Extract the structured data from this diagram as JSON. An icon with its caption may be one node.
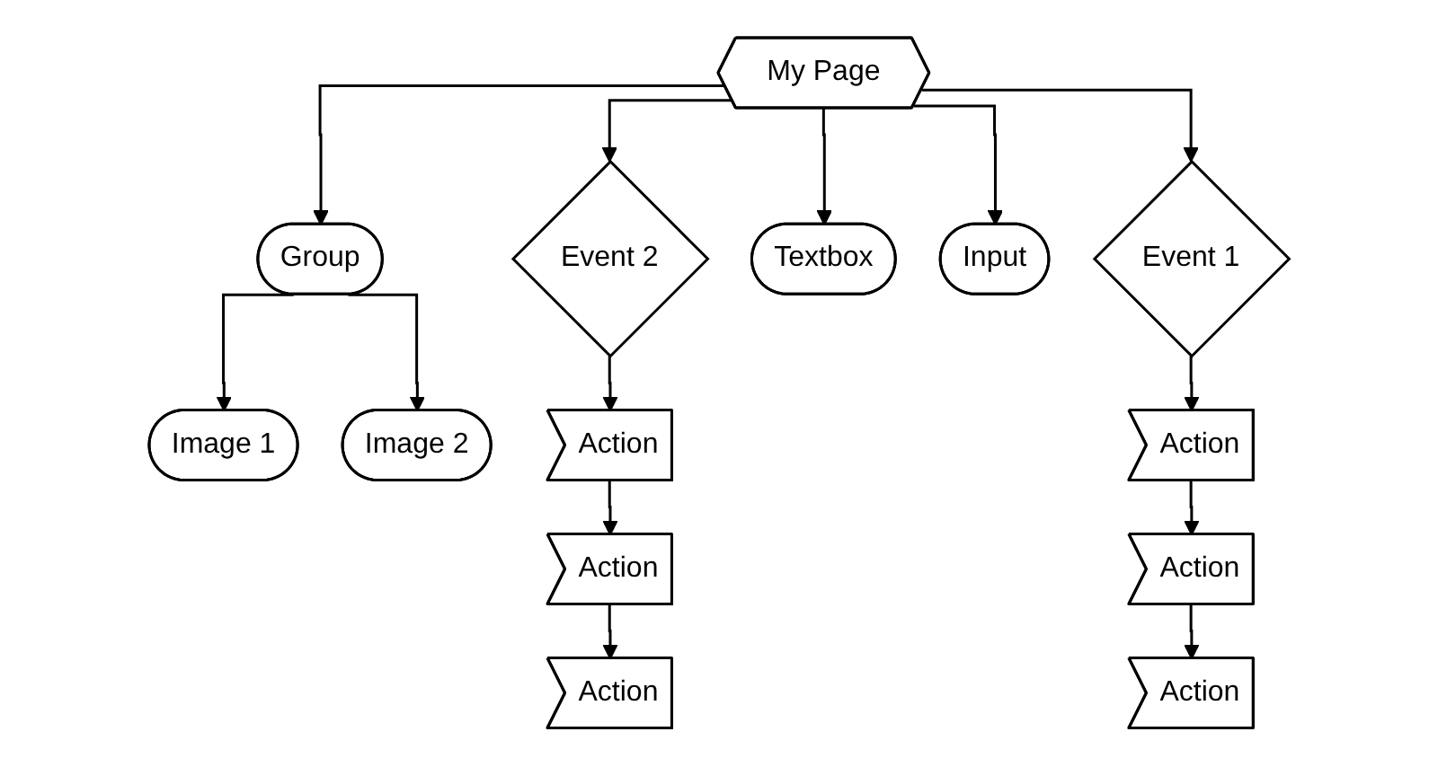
{
  "diagram": {
    "nodes": [
      {
        "text": [
          "My Page"
        ]
      },
      {
        "text": [
          "Event 2"
        ]
      },
      {
        "text": [
          "Event 1"
        ]
      },
      {
        "text": [
          "Textbox"
        ]
      },
      {
        "text": [
          "Input"
        ]
      },
      {
        "text": [
          "Group"
        ]
      },
      {
        "text": [
          "Image 1"
        ]
      },
      {
        "text": [
          "Image 2"
        ]
      },
      {
        "text": [
          "Action"
        ]
      },
      {
        "text": [
          "Action"
        ]
      },
      {
        "text": [
          "Action"
        ]
      },
      {
        "text": [
          "Action"
        ]
      },
      {
        "text": [
          "Action"
        ]
      },
      {
        "text": [
          "Action"
        ]
      }
    ],
    "edges": [
      {
        "from": 0,
        "to": 1,
        "arrow": "to"
      },
      {
        "from": 0,
        "to": 2,
        "arrow": "to"
      },
      {
        "from": 0,
        "to": 3,
        "arrow": "to"
      },
      {
        "from": 0,
        "to": 4,
        "arrow": "to"
      },
      {
        "from": 0,
        "to": 5,
        "arrow": "to"
      },
      {
        "from": 5,
        "to": 6,
        "arrow": "to"
      },
      {
        "from": 5,
        "to": 7,
        "arrow": "to"
      },
      {
        "from": 1,
        "to": 8,
        "arrow": "to"
      },
      {
        "from": 8,
        "to": 9,
        "arrow": "to"
      },
      {
        "from": 9,
        "to": 10,
        "arrow": "to"
      },
      {
        "from": 2,
        "to": 11,
        "arrow": "to"
      },
      {
        "from": 11,
        "to": 12,
        "arrow": "to"
      },
      {
        "from": 12,
        "to": 13,
        "arrow": "to"
      }
    ]
  }
}
